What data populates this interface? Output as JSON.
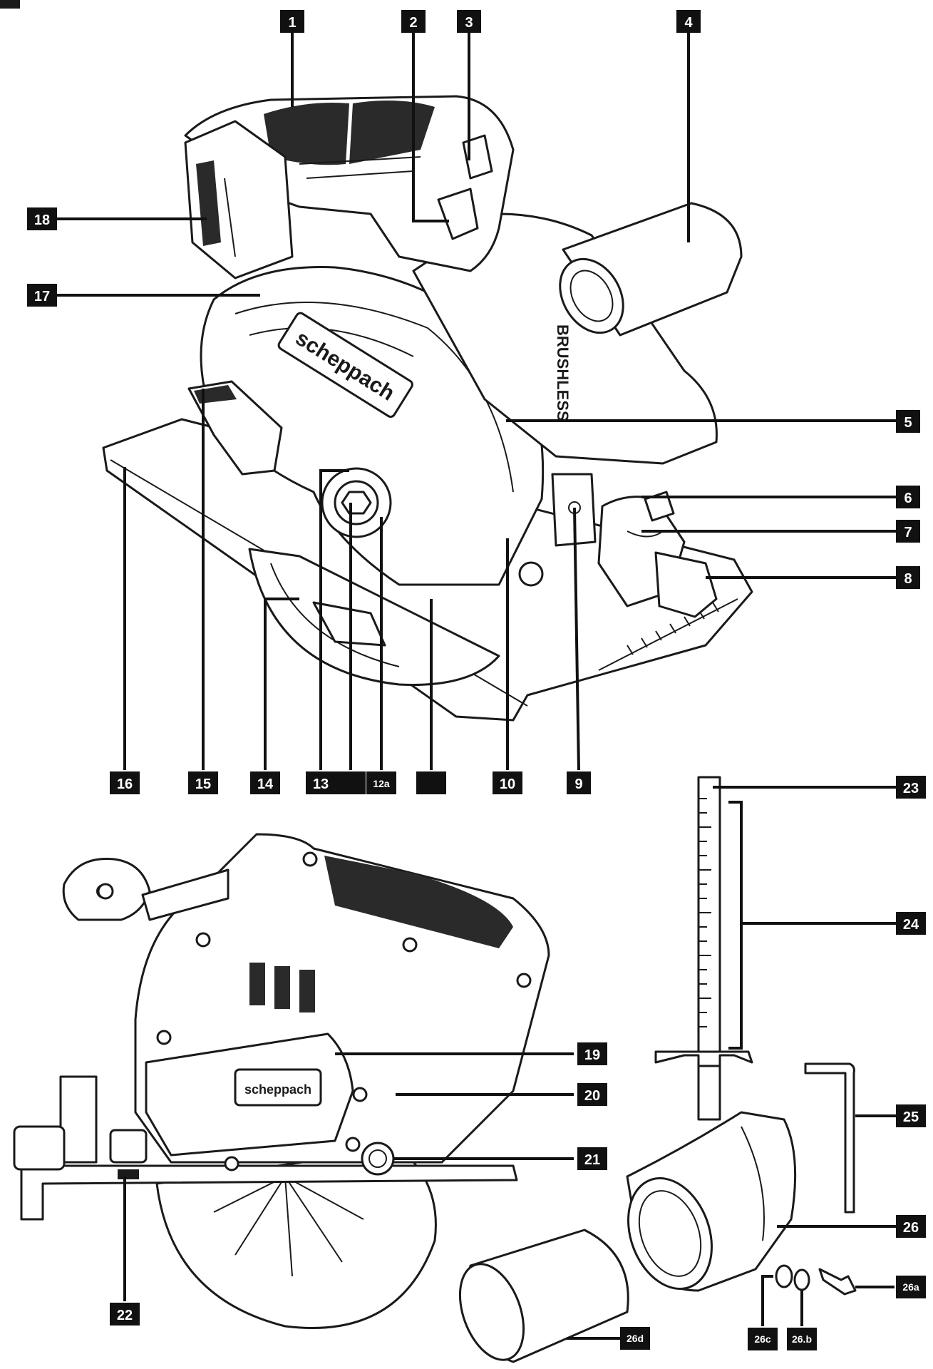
{
  "labels": {
    "l1": "1",
    "l2": "2",
    "l3": "3",
    "l4": "4",
    "l5": "5",
    "l6": "6",
    "l7": "7",
    "l8": "8",
    "l9": "9",
    "l10": "10",
    "l11": "",
    "l12": "",
    "l12a": "12a",
    "l13": "13",
    "l14": "14",
    "l15": "15",
    "l16": "16",
    "l17": "17",
    "l18": "18",
    "l19": "19",
    "l20": "20",
    "l21": "21",
    "l22": "22",
    "l23": "23",
    "l24": "24",
    "l25": "25",
    "l26": "26",
    "l26a": "26a",
    "l26b": "26.b",
    "l26c": "26c",
    "l26d": "26d"
  },
  "brand": {
    "logo_main": "scheppach",
    "logo_side": "scheppach",
    "motor_text": "BRUSHLESS"
  }
}
